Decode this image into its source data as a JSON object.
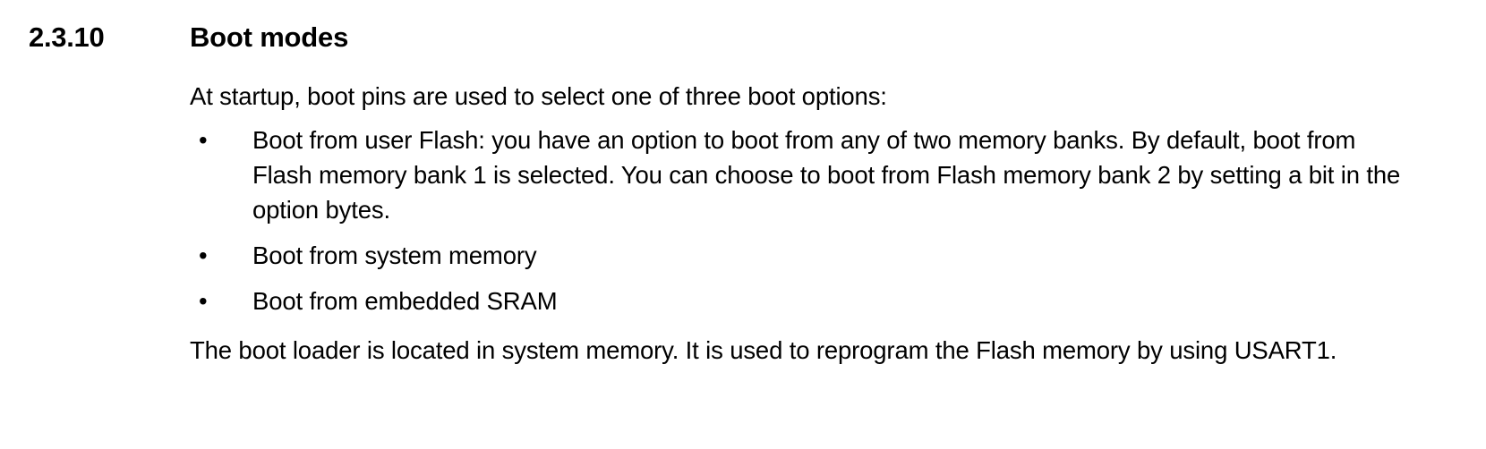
{
  "section": {
    "number": "2.3.10",
    "title": "Boot modes"
  },
  "body": {
    "intro": "At startup, boot pins are used to select one of three boot options:",
    "bullet_marker": "•",
    "bullets": [
      "Boot from user Flash: you have an option to boot from any of two memory banks. By default, boot from Flash memory bank 1 is selected. You can choose to boot from Flash memory bank 2 by setting a bit in the option bytes.",
      "Boot from system memory",
      "Boot from embedded SRAM"
    ],
    "closing": "The boot loader is located in system memory. It is used to reprogram the Flash memory by using USART1."
  }
}
